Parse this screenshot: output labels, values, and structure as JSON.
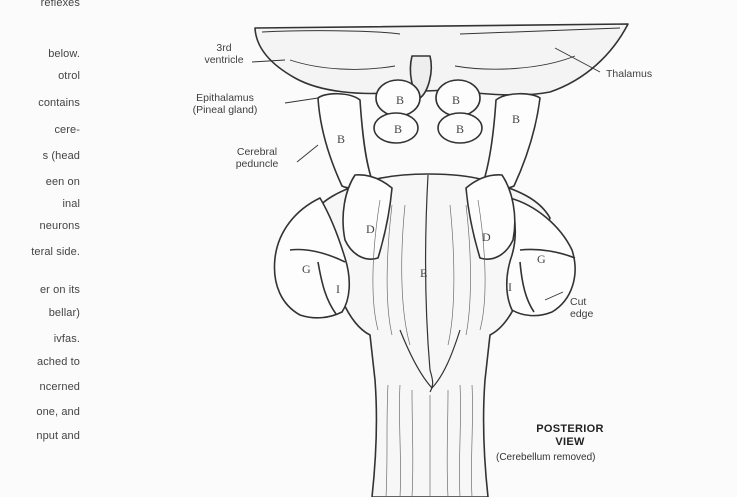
{
  "left_text_lines": [
    "reflexes",
    "",
    "below.",
    "otrol",
    "contains",
    "cere-",
    "s (head",
    "een on",
    "inal",
    "neurons",
    "teral side.",
    "",
    "er on its",
    "bellar)",
    "ivfas.",
    "ached to",
    "ncerned",
    "one, and",
    "nput and"
  ],
  "labels": {
    "third_ventricle_l1": "3rd",
    "third_ventricle_l2": "ventricle",
    "thalamus": "Thalamus",
    "epithalamus_l1": "Epithalamus",
    "epithalamus_l2": "(Pineal gland)",
    "cerebral_peduncle_l1": "Cerebral",
    "cerebral_peduncle_l2": "peduncle",
    "cut_edge_l1": "Cut",
    "cut_edge_l2": "edge"
  },
  "region_letters": {
    "b_left": "B",
    "b_right": "B",
    "b1_left": "B",
    "b1_right": "B",
    "b2_left": "B",
    "b2_right": "B",
    "d_left": "D",
    "d_right": "D",
    "g_left": "G",
    "g_right": "G",
    "i_left": "I",
    "i_right": "I",
    "e_center": "E"
  },
  "caption": {
    "line1": "POSTERIOR",
    "line2": "VIEW",
    "line3": "(Cerebellum removed)"
  }
}
